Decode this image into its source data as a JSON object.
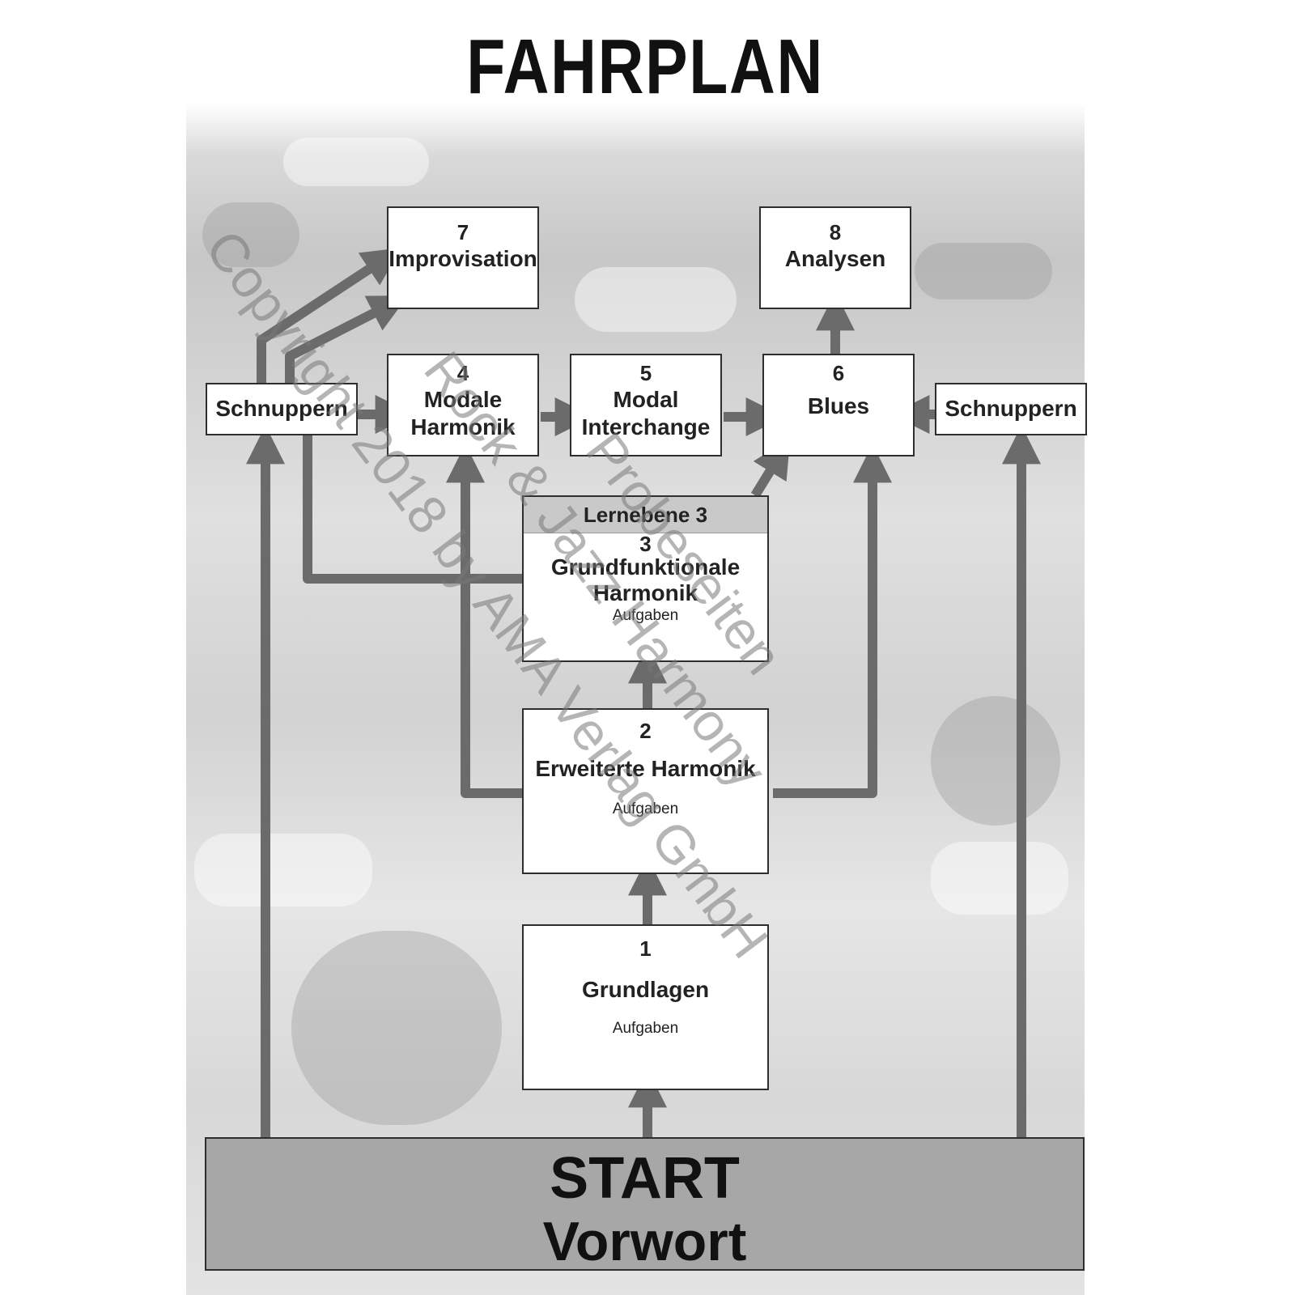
{
  "title": "FAHRPLAN",
  "boxes": {
    "improvisation": {
      "num": "7",
      "label": "Improvisation"
    },
    "analysen": {
      "num": "8",
      "label": "Analysen"
    },
    "modale": {
      "num": "4",
      "label_line1": "Modale",
      "label_line2": "Harmonik"
    },
    "modal_interchange": {
      "num": "5",
      "label_line1": "Modal",
      "label_line2": "Interchange"
    },
    "blues": {
      "num": "6",
      "label": "Blues"
    },
    "schnuppern_left": {
      "label": "Schnuppern"
    },
    "schnuppern_right": {
      "label": "Schnuppern"
    },
    "grundfunktionale": {
      "header": "Lernebene 3",
      "num": "3",
      "label_line1": "Grundfunktionale",
      "label_line2": "Harmonik",
      "sub": "Aufgaben"
    },
    "erweiterte": {
      "num": "2",
      "label": "Erweiterte Harmonik",
      "sub": "Aufgaben"
    },
    "grundlagen": {
      "num": "1",
      "label": "Grundlagen",
      "sub": "Aufgaben"
    }
  },
  "start": {
    "line1": "START",
    "line2": "Vorwort"
  },
  "watermark": {
    "line1": "Copyright 2018 by AMA Verlag GmbH",
    "line2": "Rock & Jazz Harmony",
    "line3": "Probeseiten"
  },
  "colors": {
    "arrow": "#6b6b6b",
    "start_fill": "#a7a7a7",
    "box_border": "#2e2e2e"
  }
}
